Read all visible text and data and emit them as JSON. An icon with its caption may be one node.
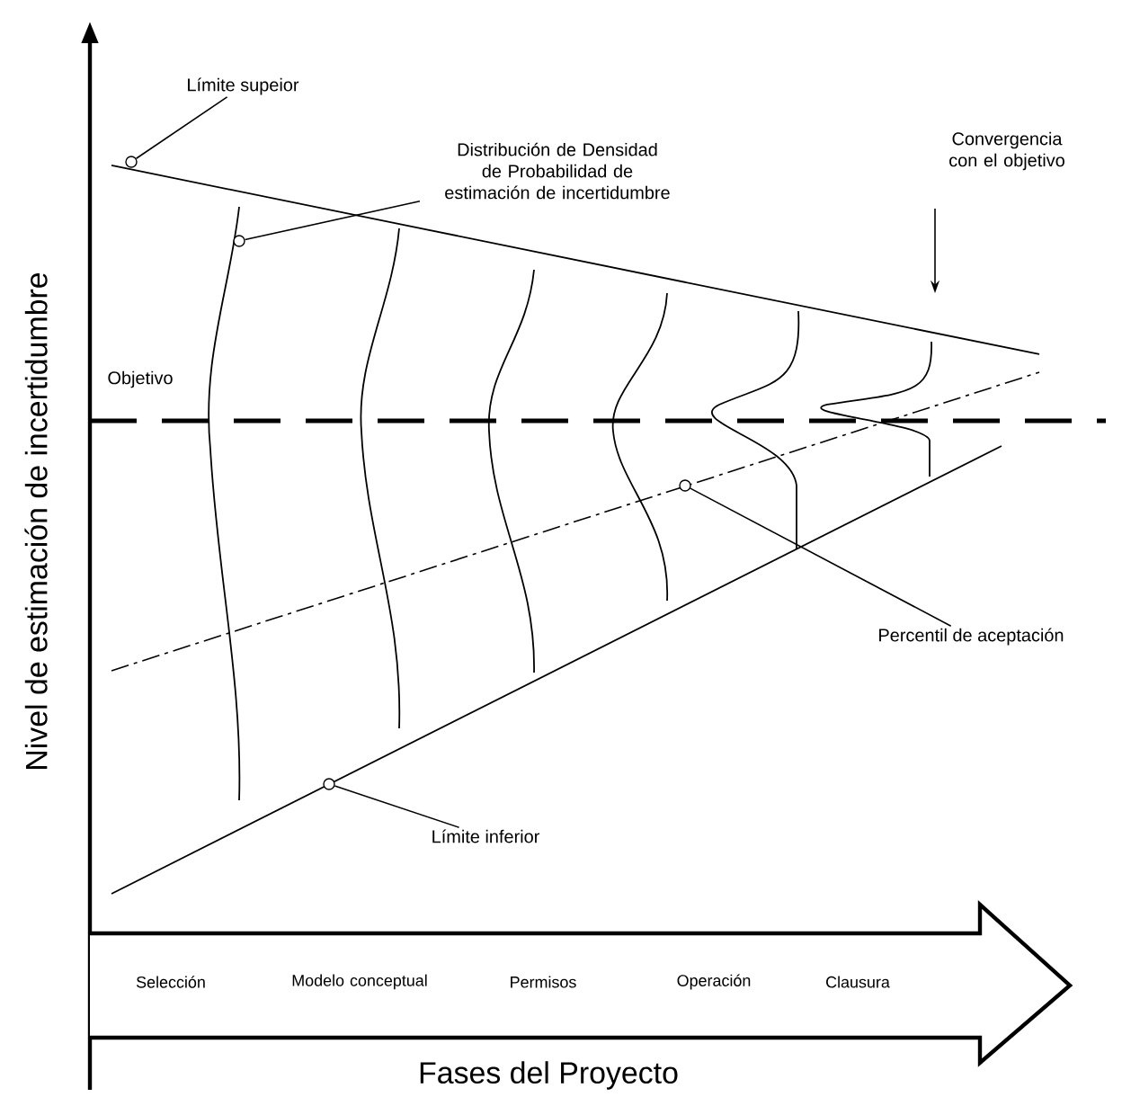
{
  "diagram": {
    "nodes": [
      {
        "text": [
          "Límite supeior"
        ]
      },
      {
        "text": [],
        "shape": "circle"
      },
      {
        "text": [
          "Distribución de Densidad de Probabilidad de estimación de incertidumbre"
        ]
      },
      {
        "text": [],
        "shape": "circle"
      },
      {
        "text": [
          "Percentil de aceptación"
        ]
      },
      {
        "text": [],
        "shape": "circle"
      },
      {
        "text": [
          "Límite inferior"
        ]
      },
      {
        "text": [],
        "shape": "circle"
      },
      {
        "text": [
          "Convergencia con el objetivo"
        ]
      },
      {
        "text": [
          "Selección",
          "Modelo conceptual",
          "Permisos",
          "Operación",
          "Clausura"
        ]
      }
    ],
    "edges": [
      {
        "from": 0,
        "to": 1,
        "arrow": "none"
      },
      {
        "from": 2,
        "to": 3,
        "arrow": "none"
      },
      {
        "from": 4,
        "to": 5,
        "arrow": "none"
      },
      {
        "from": 6,
        "to": 7,
        "arrow": "none"
      },
      {
        "from": 8,
        "to": null,
        "arrow": "to"
      }
    ],
    "labels": [
      "Objetivo",
      "Nivel de estimación de incertidumbre",
      "Fases del Proyecto"
    ]
  }
}
